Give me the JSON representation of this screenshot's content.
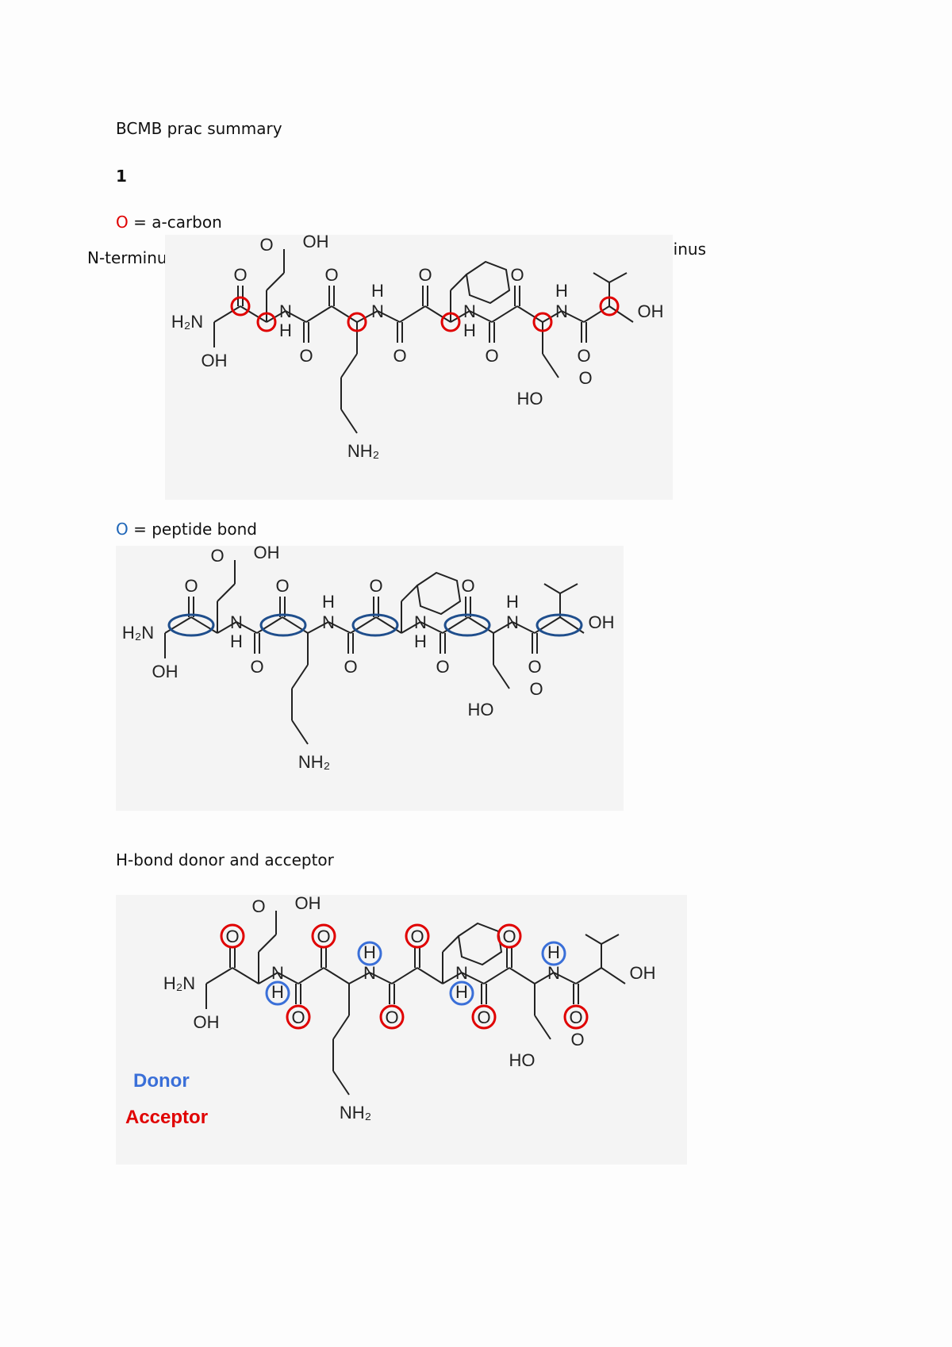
{
  "doc": {
    "title": "BCMB prac summary",
    "section": "1",
    "legend_alpha": {
      "symbol": "O",
      "text": " = a-carbon"
    },
    "n_terminus": "N-terminus",
    "c_terminus": "C-terminus",
    "legend_peptide": {
      "symbol": "O",
      "text": " = peptide bond"
    },
    "hbond_heading": "H-bond donor and acceptor",
    "donor_label": "Donor",
    "acceptor_label": "Acceptor"
  },
  "molecule": {
    "labels": {
      "amine": "H₂N",
      "side_oh": "OH",
      "carboxyl_oh": "OH",
      "carbonyl_o": "O",
      "amide_n": "N",
      "amide_h": "H",
      "lys_nh2": "NH₂",
      "asp_ho": "HO"
    }
  },
  "colors": {
    "alpha_marker": "#e00000",
    "peptide_marker": "#1f4e8c",
    "donor": "#3a6fd8",
    "acceptor": "#e00000"
  }
}
